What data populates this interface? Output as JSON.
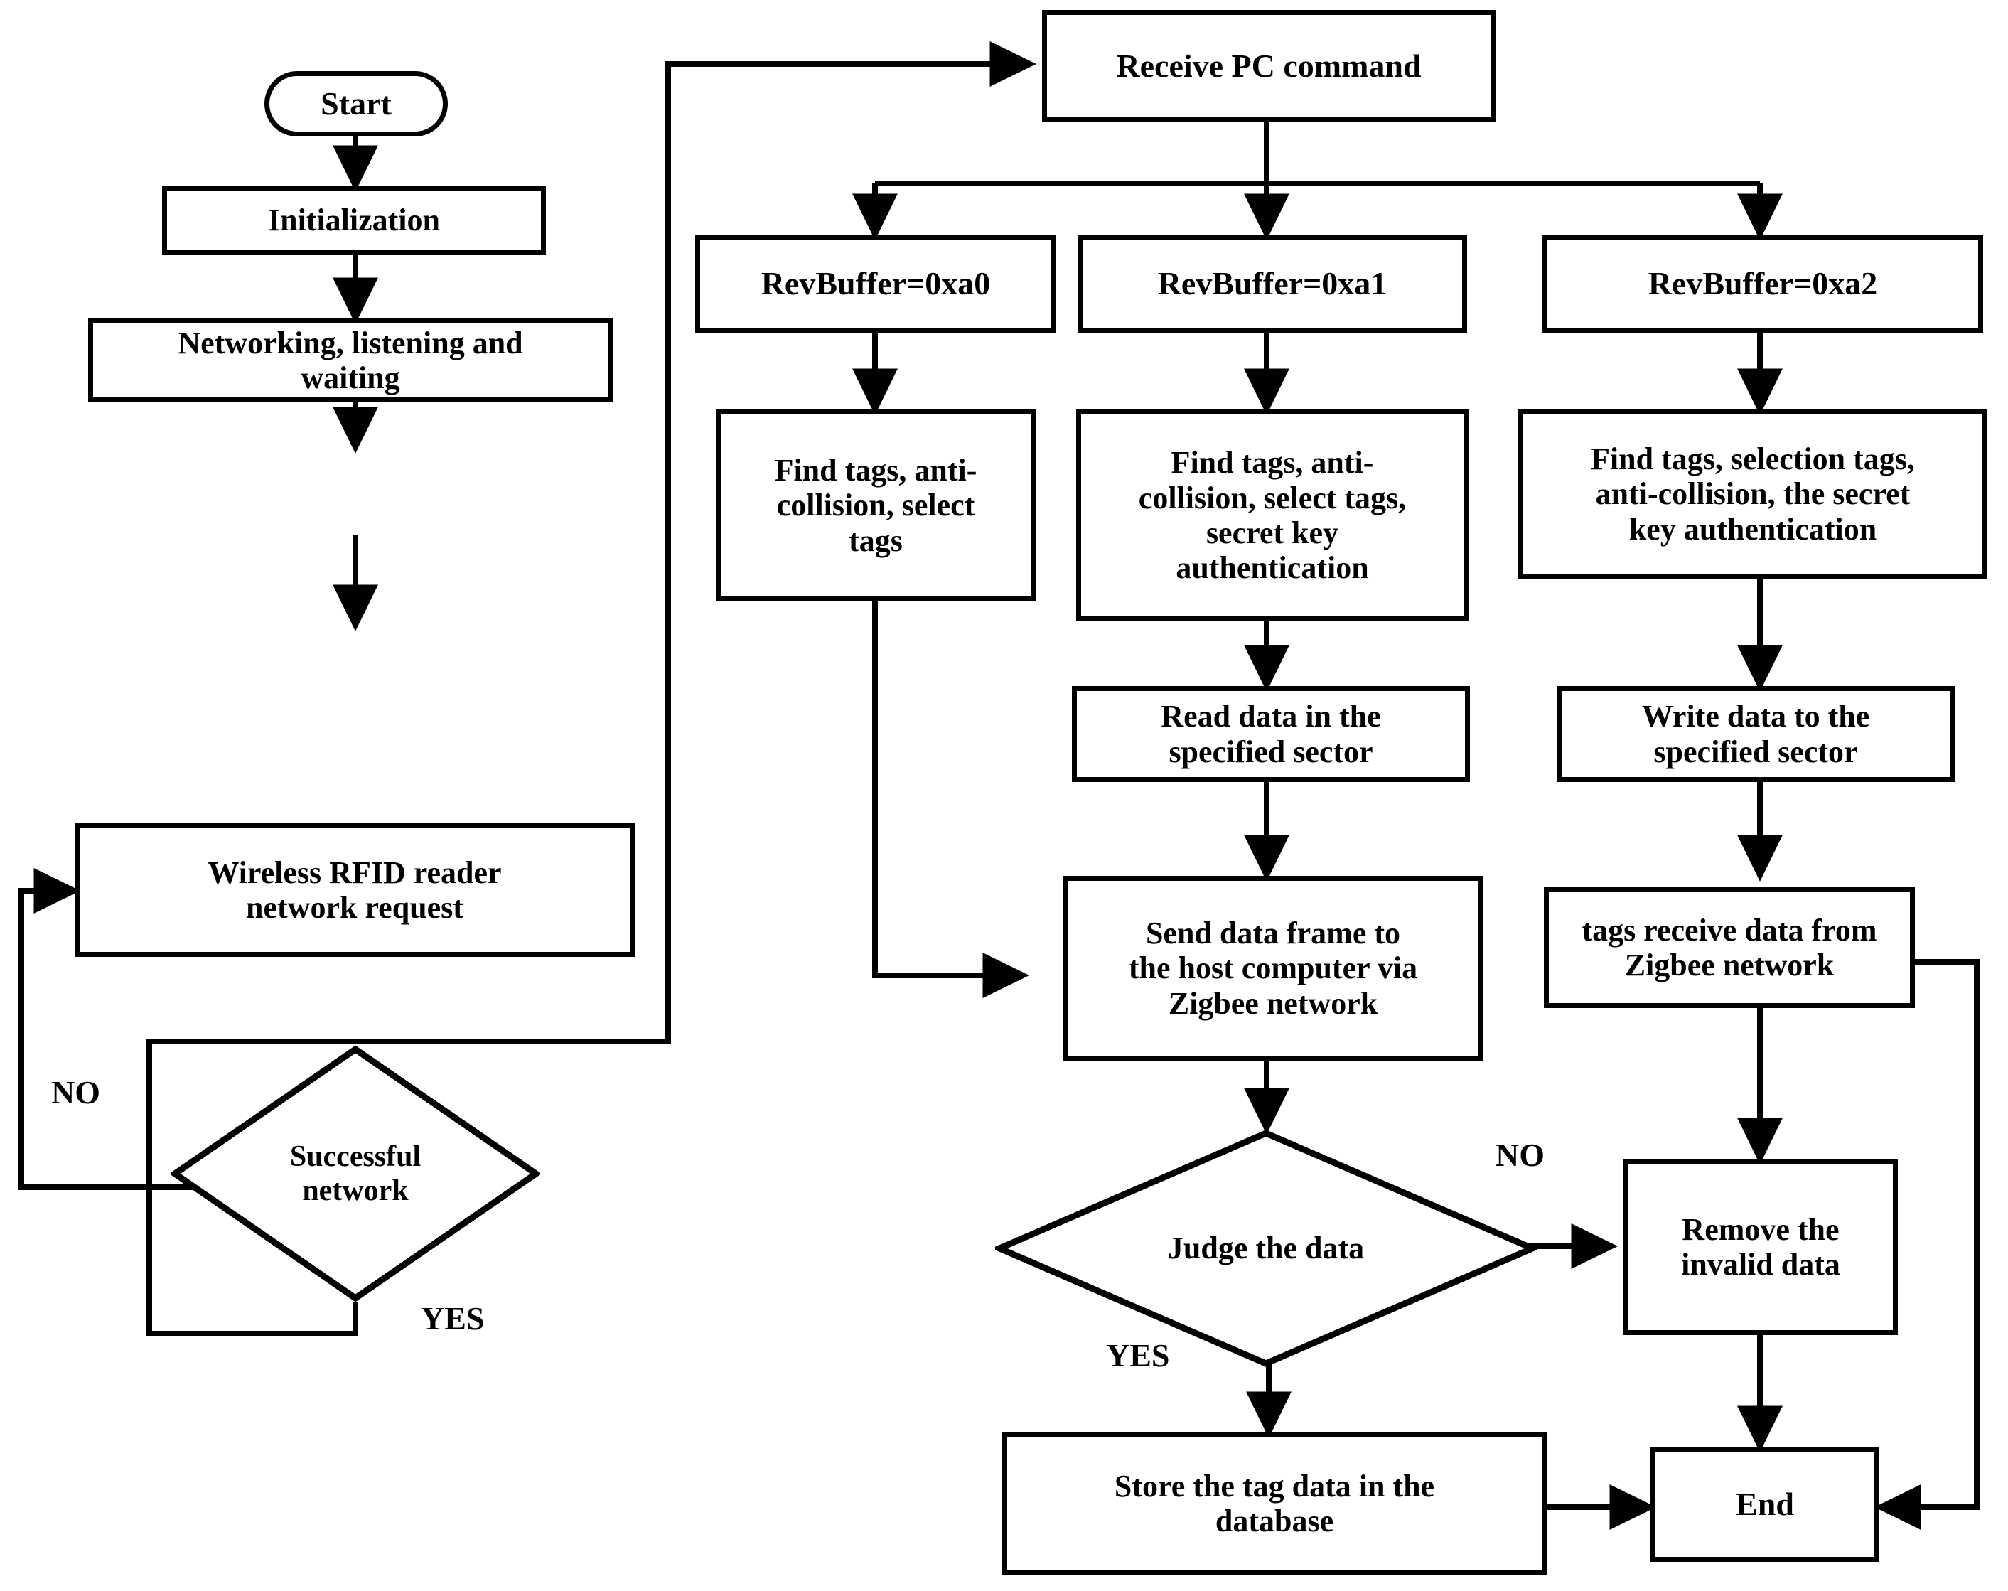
{
  "diagram": {
    "title": "RFID reader / Zigbee network program flowchart",
    "line_color": "#000000",
    "background": "#ffffff"
  },
  "nodes": {
    "start": {
      "label": "Start",
      "shape": "terminator"
    },
    "initialization": {
      "label": "Initialization",
      "shape": "process"
    },
    "networking": {
      "label": "Networking, listening and\nwaiting",
      "shape": "process"
    },
    "rfid_request": {
      "label": "Wireless RFID reader\nnetwork request",
      "shape": "process"
    },
    "successful_network": {
      "label": "Successful\nnetwork",
      "shape": "decision"
    },
    "receive_pc_command": {
      "label": "Receive PC command",
      "shape": "process"
    },
    "revbuffer_a0": {
      "label": "RevBuffer=0xa0",
      "shape": "process"
    },
    "revbuffer_a1": {
      "label": "RevBuffer=0xa1",
      "shape": "process"
    },
    "revbuffer_a2": {
      "label": "RevBuffer=0xa2",
      "shape": "process"
    },
    "find_tags_a0": {
      "label": "Find tags, anti-\ncollision, select\ntags",
      "shape": "process"
    },
    "find_tags_a1": {
      "label": "Find tags, anti-\ncollision, select tags,\nsecret key\nauthentication",
      "shape": "process"
    },
    "find_tags_a2": {
      "label": "Find tags, selection tags,\nanti-collision, the secret\nkey authentication",
      "shape": "process"
    },
    "read_data": {
      "label": "Read data in the\nspecified sector",
      "shape": "process"
    },
    "write_data": {
      "label": "Write data to the\nspecified sector",
      "shape": "process"
    },
    "send_data_frame": {
      "label": "Send data frame to\nthe host computer via\nZigbee network",
      "shape": "process"
    },
    "tags_receive_data": {
      "label": "tags receive data from\nZigbee network",
      "shape": "process"
    },
    "judge_the_data": {
      "label": "Judge the data",
      "shape": "decision"
    },
    "remove_invalid_data": {
      "label": "Remove the\ninvalid data",
      "shape": "process"
    },
    "store_tag_data": {
      "label": "Store the tag data  in the\ndatabase",
      "shape": "process"
    },
    "end": {
      "label": "End",
      "shape": "process"
    }
  },
  "edge_labels": {
    "network_no": "NO",
    "network_yes": "YES",
    "judge_no": "NO",
    "judge_yes": "YES"
  },
  "flow": [
    {
      "from": "start",
      "to": "initialization"
    },
    {
      "from": "initialization",
      "to": "networking"
    },
    {
      "from": "networking",
      "to": "rfid_request"
    },
    {
      "from": "rfid_request",
      "to": "successful_network"
    },
    {
      "from": "successful_network",
      "to": "rfid_request",
      "label": "NO"
    },
    {
      "from": "successful_network",
      "to": "receive_pc_command",
      "label": "YES"
    },
    {
      "from": "receive_pc_command",
      "to": "revbuffer_a0"
    },
    {
      "from": "receive_pc_command",
      "to": "revbuffer_a1"
    },
    {
      "from": "receive_pc_command",
      "to": "revbuffer_a2"
    },
    {
      "from": "revbuffer_a0",
      "to": "find_tags_a0"
    },
    {
      "from": "revbuffer_a1",
      "to": "find_tags_a1"
    },
    {
      "from": "revbuffer_a2",
      "to": "find_tags_a2"
    },
    {
      "from": "find_tags_a0",
      "to": "send_data_frame"
    },
    {
      "from": "find_tags_a1",
      "to": "read_data"
    },
    {
      "from": "find_tags_a2",
      "to": "write_data"
    },
    {
      "from": "read_data",
      "to": "send_data_frame"
    },
    {
      "from": "write_data",
      "to": "tags_receive_data"
    },
    {
      "from": "send_data_frame",
      "to": "judge_the_data"
    },
    {
      "from": "tags_receive_data",
      "to": "remove_invalid_data"
    },
    {
      "from": "tags_receive_data",
      "to": "end"
    },
    {
      "from": "judge_the_data",
      "to": "remove_invalid_data",
      "label": "NO"
    },
    {
      "from": "judge_the_data",
      "to": "store_tag_data",
      "label": "YES"
    },
    {
      "from": "remove_invalid_data",
      "to": "end"
    },
    {
      "from": "store_tag_data",
      "to": "end"
    }
  ]
}
